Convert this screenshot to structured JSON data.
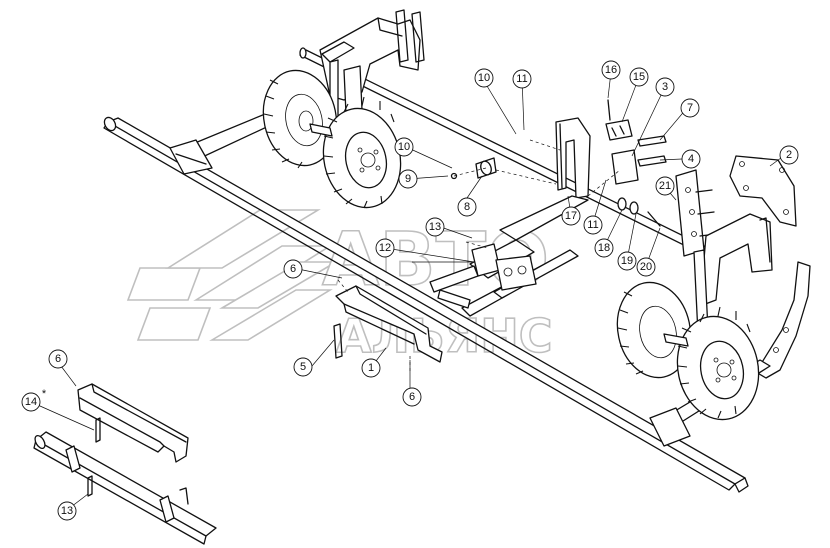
{
  "watermark": {
    "line1": "АВТО",
    "line2": "АЛЬЯНС"
  },
  "callouts": [
    {
      "id": "c1",
      "label": "1"
    },
    {
      "id": "c2",
      "label": "2"
    },
    {
      "id": "c3",
      "label": "3"
    },
    {
      "id": "c4",
      "label": "4"
    },
    {
      "id": "c5",
      "label": "5"
    },
    {
      "id": "c6a",
      "label": "6"
    },
    {
      "id": "c6b",
      "label": "6"
    },
    {
      "id": "c6c",
      "label": "6"
    },
    {
      "id": "c7",
      "label": "7"
    },
    {
      "id": "c8",
      "label": "8"
    },
    {
      "id": "c9",
      "label": "9"
    },
    {
      "id": "c10a",
      "label": "10"
    },
    {
      "id": "c10b",
      "label": "10"
    },
    {
      "id": "c11a",
      "label": "11"
    },
    {
      "id": "c11b",
      "label": "11"
    },
    {
      "id": "c12",
      "label": "12"
    },
    {
      "id": "c13a",
      "label": "13"
    },
    {
      "id": "c13b",
      "label": "13"
    },
    {
      "id": "c14",
      "label": "14"
    },
    {
      "id": "c15",
      "label": "15"
    },
    {
      "id": "c16",
      "label": "16"
    },
    {
      "id": "c17",
      "label": "17"
    },
    {
      "id": "c18",
      "label": "18"
    },
    {
      "id": "c19",
      "label": "19"
    },
    {
      "id": "c20",
      "label": "20"
    },
    {
      "id": "c21",
      "label": "21"
    }
  ],
  "footnote_mark": "*"
}
